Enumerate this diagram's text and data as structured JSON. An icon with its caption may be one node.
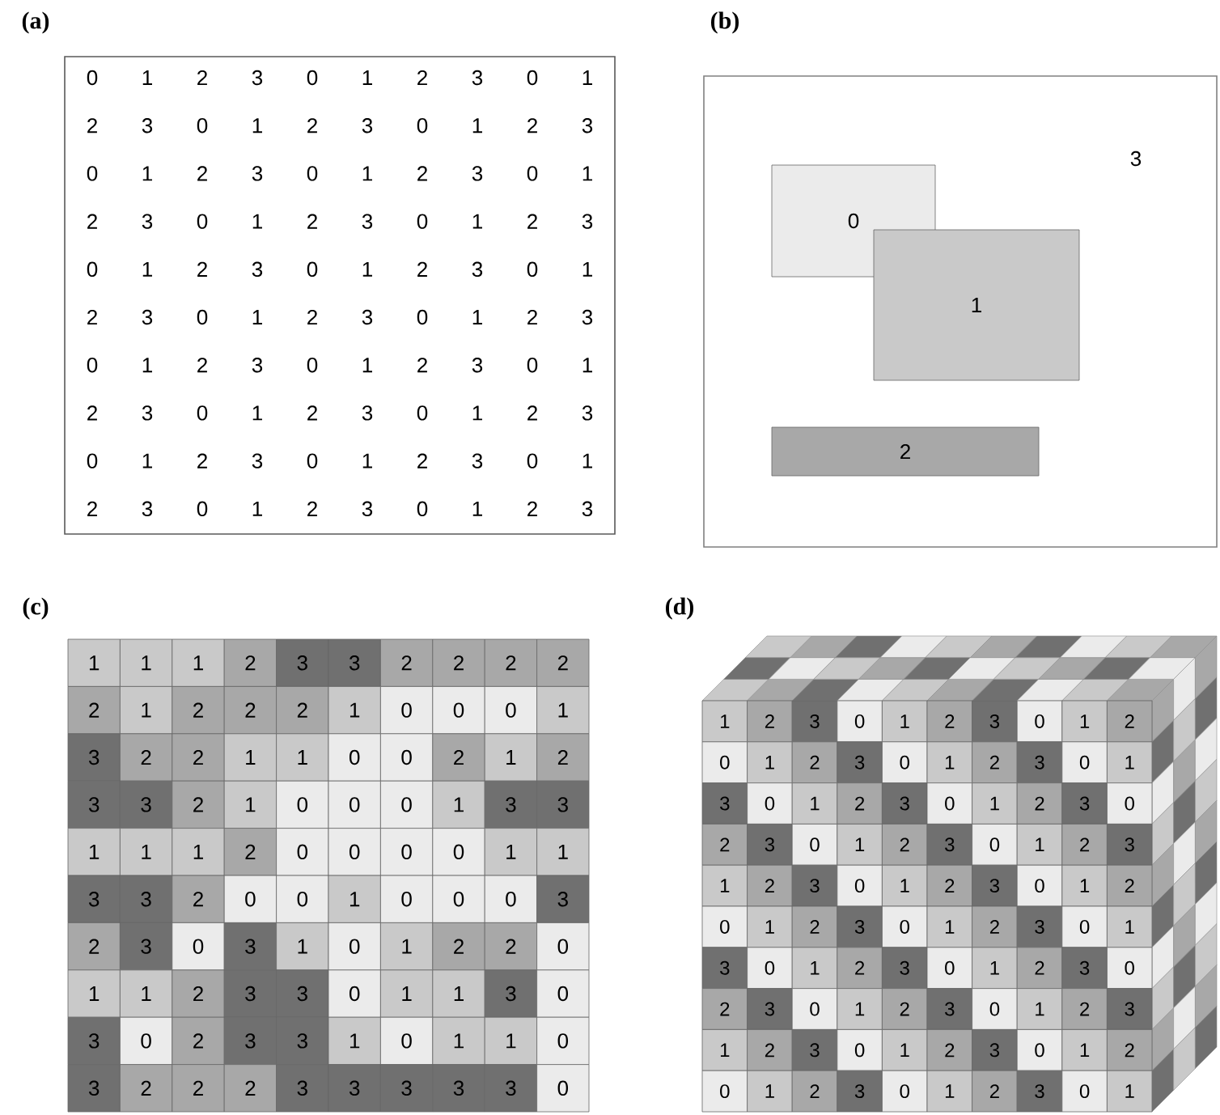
{
  "diagram": {
    "nodes": [
      {
        "text": [
          "3"
        ]
      },
      {
        "text": [
          "0"
        ],
        "in": 0
      },
      {
        "text": [
          "1"
        ],
        "in": 0
      },
      {
        "text": [
          "2"
        ],
        "in": 0
      }
    ],
    "labels": [
      "(a)",
      "0",
      "1",
      "2",
      "3",
      "0",
      "1",
      "2",
      "3",
      "0",
      "1",
      "2",
      "3",
      "0",
      "1",
      "2",
      "3",
      "0",
      "1",
      "2",
      "3",
      "0",
      "1",
      "2",
      "3",
      "0",
      "1",
      "2",
      "3",
      "0",
      "1",
      "2",
      "3",
      "0",
      "1",
      "2",
      "3",
      "0",
      "1",
      "2",
      "3",
      "0",
      "1",
      "2",
      "3",
      "0",
      "1",
      "2",
      "3",
      "0",
      "1",
      "2",
      "3",
      "0",
      "1",
      "2",
      "3",
      "0",
      "1",
      "2",
      "3",
      "0",
      "1",
      "2",
      "3",
      "0",
      "1",
      "2",
      "3",
      "0",
      "1",
      "2",
      "3",
      "0",
      "1",
      "2",
      "3",
      "0",
      "1",
      "2",
      "3",
      "0",
      "1",
      "2",
      "3",
      "0",
      "1",
      "2",
      "3",
      "0",
      "1",
      "2",
      "3",
      "0",
      "1",
      "2",
      "3",
      "0",
      "1",
      "2",
      "3",
      "(b)",
      "(c)",
      "1",
      "1",
      "1",
      "2",
      "3",
      "3",
      "2",
      "2",
      "2",
      "2",
      "2",
      "1",
      "2",
      "2",
      "2",
      "1",
      "0",
      "0",
      "0",
      "1",
      "3",
      "2",
      "2",
      "1",
      "1",
      "0",
      "0",
      "2",
      "1",
      "2",
      "3",
      "3",
      "2",
      "1",
      "0",
      "0",
      "0",
      "1",
      "3",
      "3",
      "1",
      "1",
      "1",
      "2",
      "0",
      "0",
      "0",
      "0",
      "1",
      "1",
      "3",
      "3",
      "2",
      "0",
      "0",
      "1",
      "0",
      "0",
      "0",
      "3",
      "2",
      "3",
      "0",
      "3",
      "1",
      "0",
      "1",
      "2",
      "2",
      "0",
      "1",
      "1",
      "2",
      "3",
      "3",
      "0",
      "1",
      "1",
      "3",
      "0",
      "3",
      "0",
      "2",
      "3",
      "3",
      "1",
      "0",
      "1",
      "1",
      "0",
      "3",
      "2",
      "2",
      "2",
      "3",
      "3",
      "3",
      "3",
      "3",
      "0",
      "(d)",
      "1",
      "2",
      "3",
      "0",
      "1",
      "2",
      "3",
      "0",
      "1",
      "2",
      "0",
      "1",
      "2",
      "3",
      "0",
      "1",
      "2",
      "3",
      "0",
      "1",
      "3",
      "0",
      "1",
      "2",
      "3",
      "0",
      "1",
      "2",
      "3",
      "0",
      "2",
      "3",
      "0",
      "1",
      "2",
      "3",
      "0",
      "1",
      "2",
      "3",
      "1",
      "2",
      "3",
      "0",
      "1",
      "2",
      "3",
      "0",
      "1",
      "2",
      "0",
      "1",
      "2",
      "3",
      "0",
      "1",
      "2",
      "3",
      "0",
      "1",
      "3",
      "0",
      "1",
      "2",
      "3",
      "0",
      "1",
      "2",
      "3",
      "0",
      "2",
      "3",
      "0",
      "1",
      "2",
      "3",
      "0",
      "1",
      "2",
      "3",
      "1",
      "2",
      "3",
      "0",
      "1",
      "2",
      "3",
      "0",
      "1",
      "2",
      "0",
      "1",
      "2",
      "3",
      "0",
      "1",
      "2",
      "3",
      "0",
      "1"
    ]
  }
}
